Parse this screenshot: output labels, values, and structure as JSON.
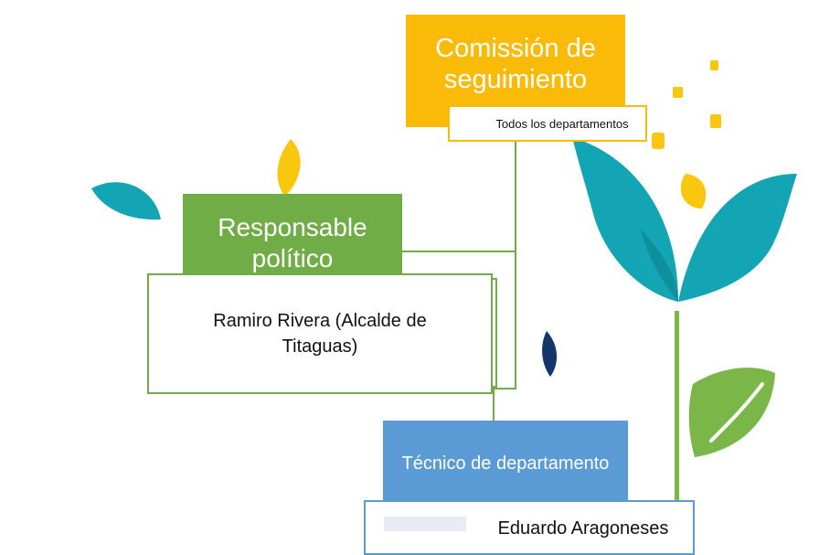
{
  "org_chart": {
    "commission": {
      "title": "Comissión de seguimiento",
      "detail": "Todos los departamentos"
    },
    "political": {
      "title": "Responsable político",
      "detail": "Ramiro Rivera (Alcalde de Titaguas)"
    },
    "technical": {
      "title": "Técnico de departamento",
      "detail": "Eduardo Aragoneses"
    }
  },
  "colors": {
    "commission": "#f9bb08",
    "political": "#70ad47",
    "technical": "#5b9bd5",
    "leaf_teal": "#13a5b3",
    "leaf_yellow": "#f9c80e",
    "leaf_green": "#7ab648",
    "leaf_navy": "#13366b"
  }
}
